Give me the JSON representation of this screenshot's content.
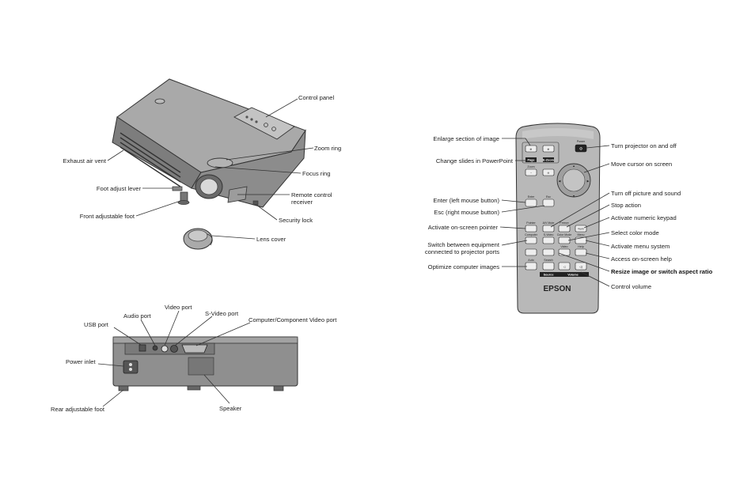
{
  "projector_callouts": {
    "control_panel": "Control panel",
    "zoom_ring": "Zoom ring",
    "focus_ring": "Focus ring",
    "remote_receiver_line1": "Remote control",
    "remote_receiver_line2": "receiver",
    "security_lock": "Security lock",
    "lens_cover": "Lens cover",
    "exhaust_vent": "Exhaust air vent",
    "foot_lever": "Foot adjust lever",
    "front_foot": "Front adjustable foot"
  },
  "rear_callouts": {
    "usb_port": "USB port",
    "audio_port": "Audio port",
    "video_port": "Video port",
    "svideo_port": "S-Video port",
    "computer_port": "Computer/Component Video port",
    "power_inlet": "Power inlet",
    "rear_foot": "Rear adjustable foot",
    "speaker": "Speaker"
  },
  "remote_callouts_left": {
    "enlarge": "Enlarge section of image",
    "change_slides": "Change slides in PowerPoint",
    "enter": "Enter (left mouse button)",
    "esc": "Esc (right mouse button)",
    "pointer": "Activate on-screen pointer",
    "switch_line1": "Switch between equipment",
    "switch_line2": "connected to projector ports",
    "optimize": "Optimize computer images"
  },
  "remote_callouts_right": {
    "power_on_off": "Turn projector on and off",
    "move_cursor": "Move cursor on screen",
    "turn_off_picture": "Turn off picture and sound",
    "stop_action": "Stop action",
    "numeric_keypad": "Activate numeric keypad",
    "color_mode": "Select color mode",
    "menu_system": "Activate menu system",
    "help": "Access on-screen help",
    "resize": "Resize image or switch aspect ratio",
    "volume": "Control volume"
  },
  "remote_buttons": {
    "power": "Power",
    "page": "Page",
    "e_zoom": "E-Zoom",
    "zoom": "Zoom",
    "enter": "Enter",
    "esc": "Esc",
    "pointer": "Pointer",
    "av_mute": "A/V Mute",
    "freeze": "Freeze",
    "num": "Num",
    "computer": "Computer",
    "s_video": "S-Video",
    "color_mode": "Color Mode",
    "menu": "Menu",
    "video": "Video",
    "help": "Help",
    "auto": "Auto",
    "search": "Search",
    "source": "Source",
    "volume": "Volume",
    "brand": "EPSON"
  },
  "colors": {
    "projector_body": "#9a9a9a",
    "remote_body": "#b5b5b5",
    "ink": "#222222"
  }
}
